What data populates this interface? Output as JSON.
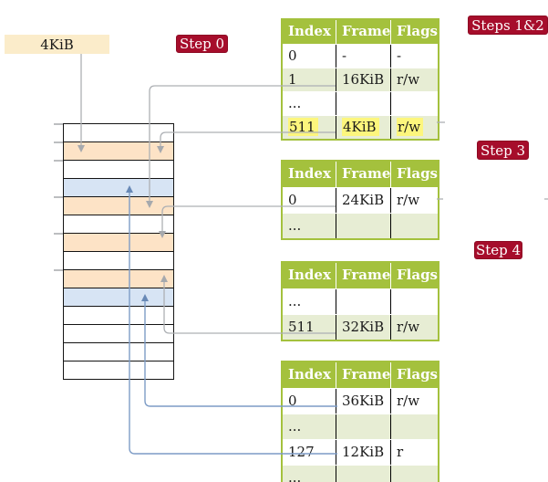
{
  "frame_size_box": {
    "label": "4KiB"
  },
  "badges": {
    "step0": "Step 0",
    "steps12": "Steps 1&2",
    "step3": "Step 3",
    "step4": "Step 4"
  },
  "memory": {
    "rows": [
      {
        "color": "white"
      },
      {
        "color": "peach"
      },
      {
        "color": "white"
      },
      {
        "color": "blue"
      },
      {
        "color": "peach"
      },
      {
        "color": "white"
      },
      {
        "color": "peach"
      },
      {
        "color": "white"
      },
      {
        "color": "peach"
      },
      {
        "color": "blue"
      },
      {
        "color": "white"
      },
      {
        "color": "white"
      },
      {
        "color": "white"
      },
      {
        "color": "white"
      }
    ]
  },
  "tables": [
    {
      "badge": "Steps 1&2",
      "headers": [
        "Index",
        "Frame",
        "Flags"
      ],
      "rows": [
        {
          "index": "0",
          "frame": "-",
          "flags": "-",
          "bg": "white",
          "highlight": false
        },
        {
          "index": "1",
          "frame": "16KiB",
          "flags": "r/w",
          "bg": "green",
          "highlight": false
        },
        {
          "index": "...",
          "frame": "",
          "flags": "",
          "bg": "white",
          "highlight": false
        },
        {
          "index": "511",
          "frame": "4KiB",
          "flags": "r/w",
          "bg": "green",
          "highlight": true
        }
      ]
    },
    {
      "badge": "Step 3",
      "headers": [
        "Index",
        "Frame",
        "Flags"
      ],
      "rows": [
        {
          "index": "0",
          "frame": "24KiB",
          "flags": "r/w",
          "bg": "white",
          "highlight": false
        },
        {
          "index": "...",
          "frame": "",
          "flags": "",
          "bg": "green",
          "highlight": false
        }
      ]
    },
    {
      "badge": "Step 4",
      "headers": [
        "Index",
        "Frame",
        "Flags"
      ],
      "rows": [
        {
          "index": "...",
          "frame": "",
          "flags": "",
          "bg": "white",
          "highlight": false
        },
        {
          "index": "511",
          "frame": "32KiB",
          "flags": "r/w",
          "bg": "green",
          "highlight": false
        }
      ]
    },
    {
      "badge": "",
      "headers": [
        "Index",
        "Frame",
        "Flags"
      ],
      "rows": [
        {
          "index": "0",
          "frame": "36KiB",
          "flags": "r/w",
          "bg": "white",
          "highlight": false
        },
        {
          "index": "...",
          "frame": "",
          "flags": "",
          "bg": "green",
          "highlight": false
        },
        {
          "index": "127",
          "frame": "12KiB",
          "flags": "r",
          "bg": "white",
          "highlight": false
        },
        {
          "index": "...",
          "frame": "",
          "flags": "",
          "bg": "green",
          "highlight": false
        }
      ]
    }
  ],
  "connections": [
    {
      "from": "frame-size-box",
      "to": "memory-row-2",
      "color": "gray"
    },
    {
      "from": "table-1-row-1",
      "to": "memory-row-5",
      "color": "gray"
    },
    {
      "from": "table-1-row-511",
      "to": "memory-row-2",
      "color": "gray"
    },
    {
      "from": "table-2-row-0",
      "to": "memory-row-7",
      "color": "gray"
    },
    {
      "from": "table-3-row-511",
      "to": "memory-row-9",
      "color": "gray"
    },
    {
      "from": "table-4-row-0",
      "to": "memory-row-10",
      "color": "blue"
    },
    {
      "from": "table-4-row-127",
      "to": "memory-row-4",
      "color": "blue"
    }
  ],
  "colors": {
    "badge_red": "#a60d2b",
    "table_header_green": "#a4c13d",
    "table_row_green": "#e7edd4",
    "frame_peach": "#fde3c6",
    "frame_blue": "#d7e4f4",
    "highlight_yellow": "#fdf67d",
    "legend_cream": "#fbecca",
    "connector_gray": "#adb0b4",
    "connector_blue": "#7d9cc6"
  }
}
